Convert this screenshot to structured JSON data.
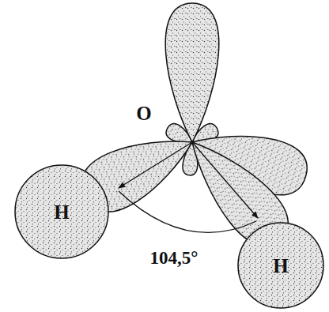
{
  "diagram": {
    "nodes": [
      {
        "text": [
          "H"
        ]
      },
      {
        "text": [
          "H"
        ]
      }
    ],
    "labels": [
      "O",
      "104,5°"
    ]
  }
}
